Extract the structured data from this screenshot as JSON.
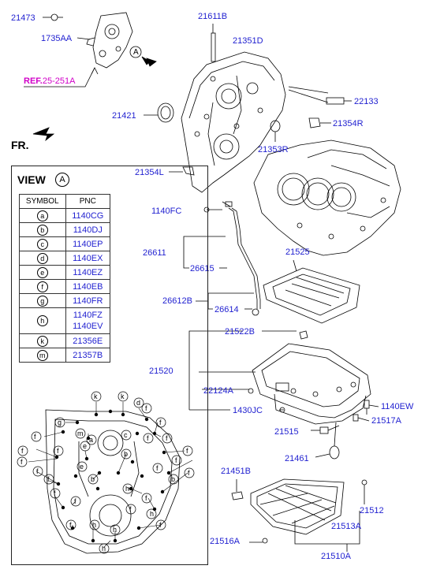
{
  "labels": {
    "p21473": "21473",
    "p1735AA": "1735AA",
    "ref_prefix": "REF.",
    "ref_rest": "25-251A",
    "p21611B": "21611B",
    "p21351D": "21351D",
    "p21421": "21421",
    "p22133": "22133",
    "p21354R": "21354R",
    "p21353R": "21353R",
    "p21354L": "21354L",
    "p1140FC": "1140FC",
    "p26611": "26611",
    "p26615": "26615",
    "p21525": "21525",
    "p26612B": "26612B",
    "p26614": "26614",
    "p21522B": "21522B",
    "p21520": "21520",
    "p22124A": "22124A",
    "p1430JC": "1430JC",
    "p1140EW": "1140EW",
    "p21517A": "21517A",
    "p21515": "21515",
    "p21461": "21461",
    "p21451B": "21451B",
    "p21512": "21512",
    "p21513A": "21513A",
    "p21516A": "21516A",
    "p21510A": "21510A"
  },
  "fr_label": "FR.",
  "view": {
    "title": "VIEW",
    "circle": "A",
    "arrow_circle": "A",
    "header_symbol": "SYMBOL",
    "header_pnc": "PNC",
    "rows": [
      {
        "sym": "a",
        "pnc": "1140CG"
      },
      {
        "sym": "b",
        "pnc": "1140DJ"
      },
      {
        "sym": "c",
        "pnc": "1140EP"
      },
      {
        "sym": "d",
        "pnc": "1140EX"
      },
      {
        "sym": "e",
        "pnc": "1140EZ"
      },
      {
        "sym": "f",
        "pnc": "1140EB"
      },
      {
        "sym": "g",
        "pnc": "1140FR"
      },
      {
        "sym": "h",
        "pnc": "1140FZ",
        "pnc2": "1140EV"
      },
      {
        "sym": "k",
        "pnc": "21356E"
      },
      {
        "sym": "m",
        "pnc": "21357B"
      }
    ]
  },
  "view_symbols": {
    "k1": "k",
    "k2": "k",
    "d1": "d",
    "g1": "g",
    "m1": "m",
    "a1": "a",
    "c1": "c",
    "f_list": "f",
    "e1": "e",
    "b1": "b",
    "b2": "b",
    "b3": "b",
    "h1": "h",
    "h2": "h",
    "h3": "h"
  },
  "colors": {
    "label_blue": "#1f1fd0",
    "ref_magenta": "#d100c8",
    "line": "#000000"
  }
}
